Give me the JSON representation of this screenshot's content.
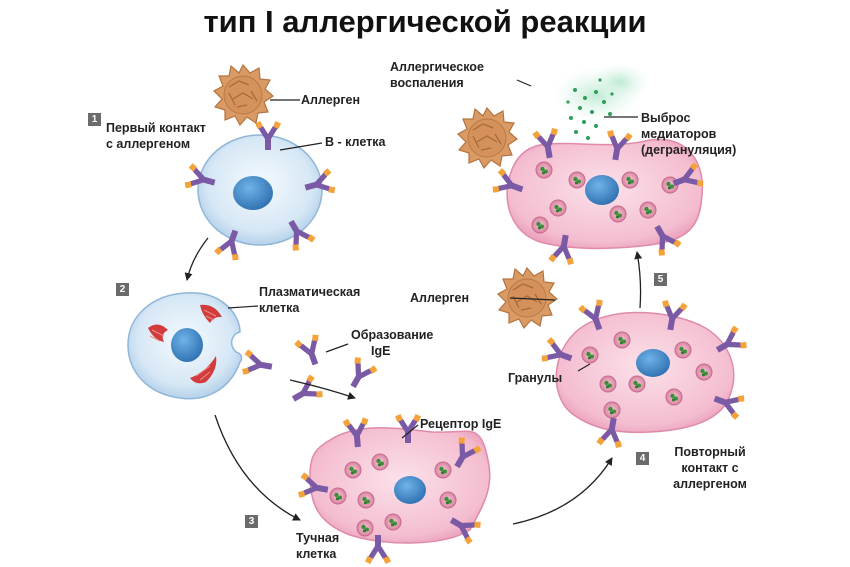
{
  "title": "тип I аллергической реакции",
  "labels": {
    "allergen_top": "Аллерген",
    "first_contact_1": "Первый контакт",
    "first_contact_2": "с аллергеном",
    "b_cell": "B - клетка",
    "plasma_1": "Плазматическая",
    "plasma_2": "клетка",
    "ige_1": "Образование",
    "ige_2": "IgE",
    "receptor": "Рецептор IgE",
    "mast_1": "Тучная",
    "mast_2": "клетка",
    "inflammation_1": "Аллергическое",
    "inflammation_2": "воспаления",
    "release_1": "Выброс",
    "release_2": "медиаторов",
    "release_3": "(дегрануляция)",
    "allergen_mid": "Аллерген",
    "granules": "Гранулы",
    "repeat_1": "Повторный",
    "repeat_2": "контакт с",
    "repeat_3": "аллергеном"
  },
  "steps": [
    "1",
    "2",
    "3",
    "4",
    "5"
  ],
  "colors": {
    "b_cell": "#cfe3f3",
    "nucleus": "#3f8fcf",
    "mast_cell": "#f2b8cc",
    "granule": "#e7a0b9",
    "granule_core": "#3c8e3a",
    "antibody": "#7a5aa5",
    "antibody_tip": "#f4a23a",
    "allergen": "#d6955e",
    "plasma_er": "#d23b3b",
    "mediator": "#2f9e5a"
  },
  "icons": [
    "b-cell-icon",
    "plasma-cell-icon",
    "mast-cell-icon",
    "allergen-icon",
    "ige-antibody-icon",
    "mediator-cloud-icon"
  ]
}
